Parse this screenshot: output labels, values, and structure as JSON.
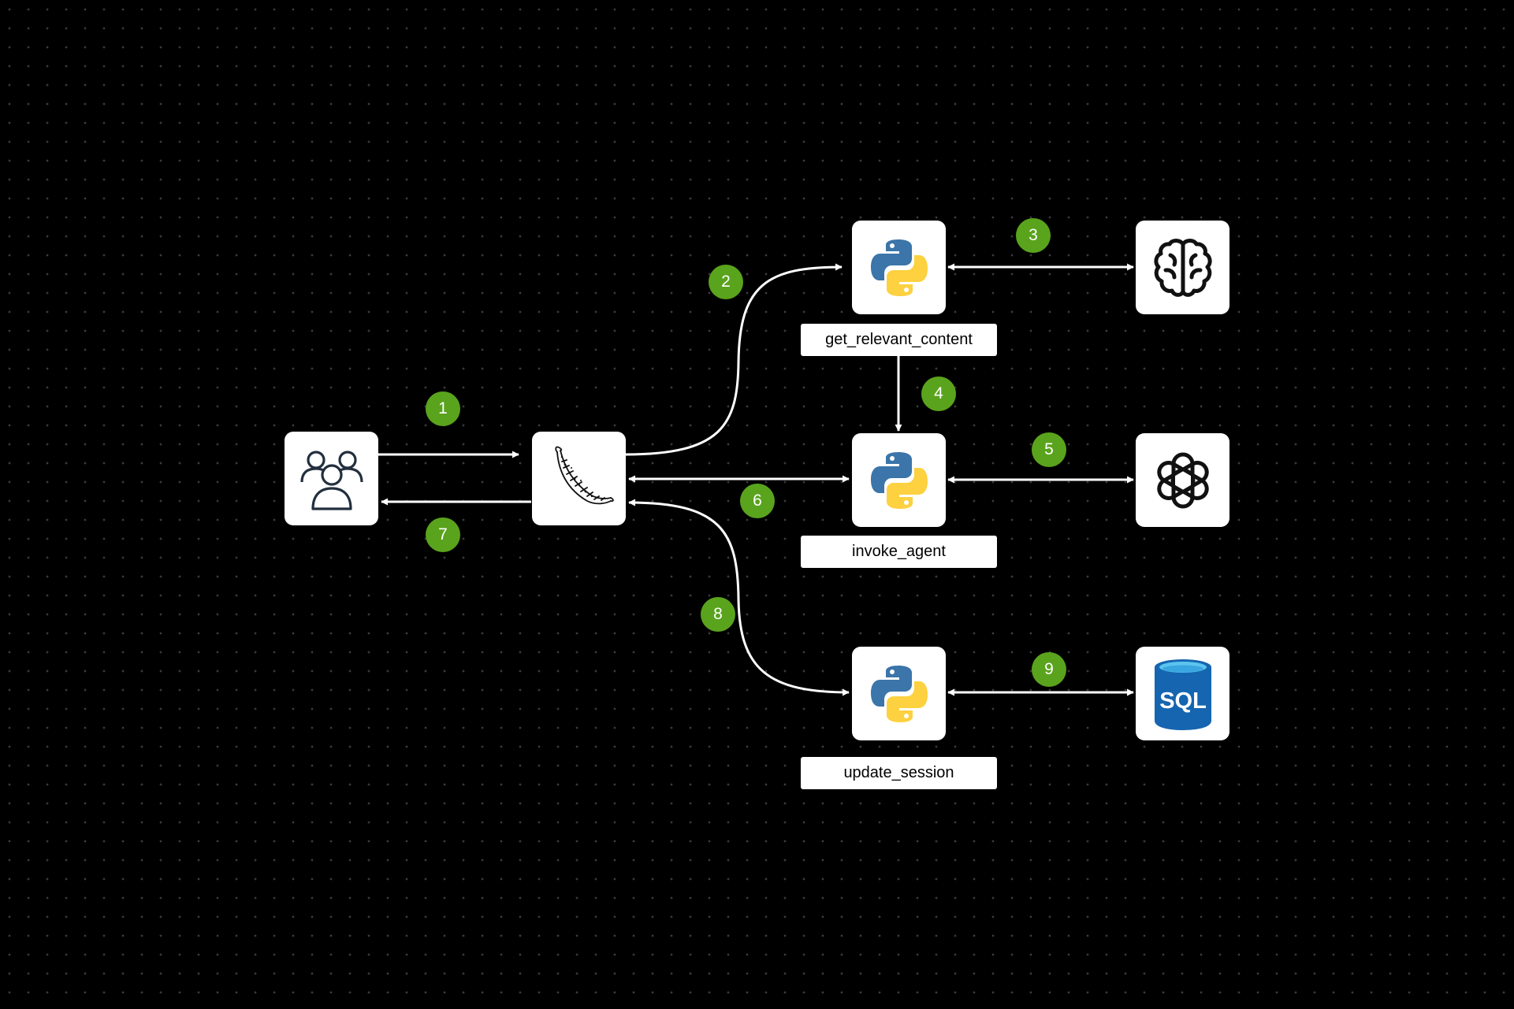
{
  "diagram": {
    "nodes": [
      {
        "id": "users",
        "icon": "users-icon"
      },
      {
        "id": "flask",
        "icon": "flask-horn-icon"
      },
      {
        "id": "get_relevant_content",
        "icon": "python-icon",
        "label": "get_relevant_content"
      },
      {
        "id": "invoke_agent",
        "icon": "python-icon",
        "label": "invoke_agent"
      },
      {
        "id": "update_session",
        "icon": "python-icon",
        "label": "update_session"
      },
      {
        "id": "brain",
        "icon": "brain-icon"
      },
      {
        "id": "openai",
        "icon": "openai-icon"
      },
      {
        "id": "sql",
        "icon": "sql-database-icon",
        "text": "SQL"
      }
    ],
    "steps": [
      "1",
      "2",
      "3",
      "4",
      "5",
      "6",
      "7",
      "8",
      "9"
    ],
    "edges": [
      {
        "from": "users",
        "to": "flask",
        "step": "1"
      },
      {
        "from": "flask",
        "to": "get_relevant_content",
        "step": "2"
      },
      {
        "from": "get_relevant_content",
        "to": "brain",
        "step": "3",
        "bidirectional": true
      },
      {
        "from": "get_relevant_content",
        "to": "invoke_agent",
        "step": "4"
      },
      {
        "from": "invoke_agent",
        "to": "openai",
        "step": "5",
        "bidirectional": true
      },
      {
        "from": "flask",
        "to": "invoke_agent",
        "step": "6",
        "bidirectional": true
      },
      {
        "from": "flask",
        "to": "users",
        "step": "7"
      },
      {
        "from": "flask",
        "to": "update_session",
        "step": "8",
        "bidirectional": true
      },
      {
        "from": "update_session",
        "to": "sql",
        "step": "9",
        "bidirectional": true
      }
    ],
    "colors": {
      "background": "#000000",
      "grid_dot": "#3a3a3a",
      "node_fill": "#ffffff",
      "edge": "#ffffff",
      "badge": "#5aa31d",
      "python_blue": "#3b75a9",
      "python_yellow": "#fdd13f",
      "sql_blue": "#1565b0",
      "sql_cyan": "#5bc4ef"
    }
  }
}
